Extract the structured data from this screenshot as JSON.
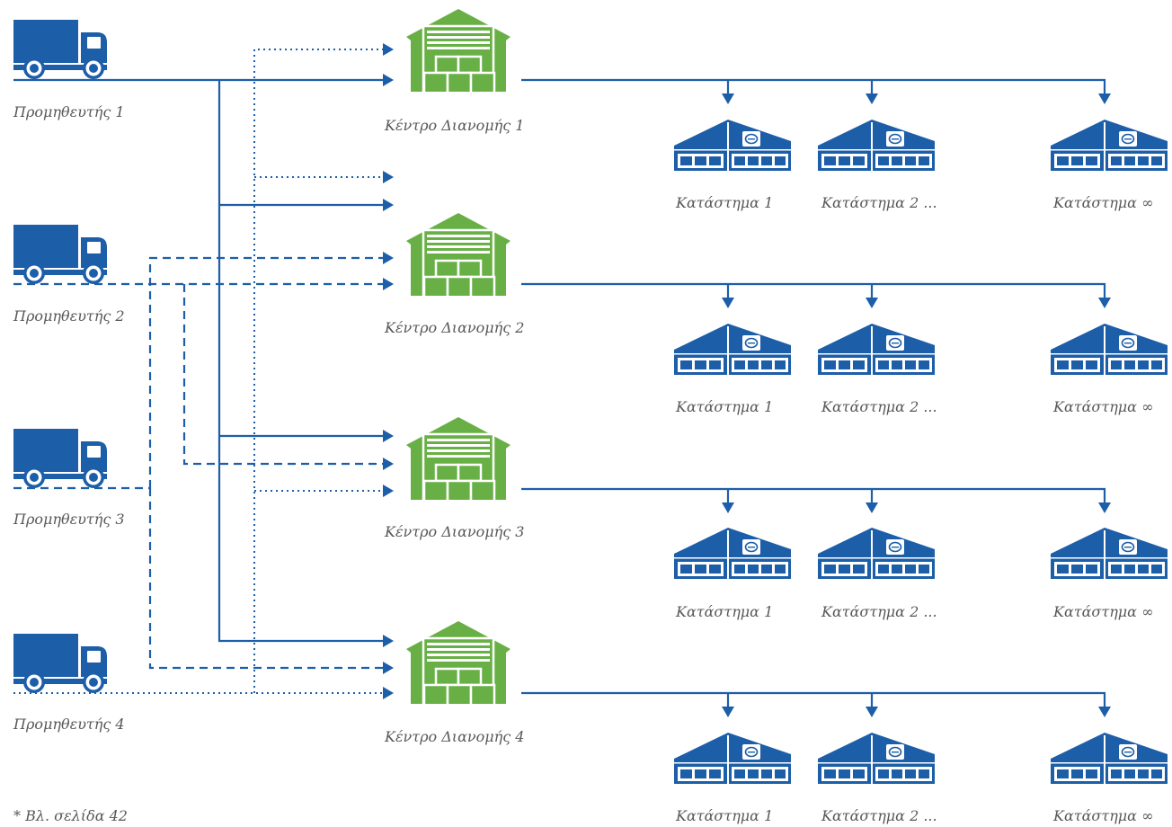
{
  "colors": {
    "blue": "#1d5ea8",
    "green": "#68b045",
    "label_text": "#585858",
    "background": "#ffffff"
  },
  "suppliers": [
    {
      "label": "Προμηθευτής 1",
      "icon": "truck-icon"
    },
    {
      "label": "Προμηθευτής 2",
      "icon": "truck-icon"
    },
    {
      "label": "Προμηθευτής 3",
      "icon": "truck-icon"
    },
    {
      "label": "Προμηθευτής 4",
      "icon": "truck-icon"
    }
  ],
  "distribution_centers": [
    {
      "label": "Κέντρο Διανομής 1",
      "icon": "warehouse-icon",
      "stores": [
        {
          "label": "Κατάστημα 1",
          "icon": "store-icon"
        },
        {
          "label": "Κατάστημα 2 ...",
          "icon": "store-icon"
        },
        {
          "label": "Κατάστημα ∞",
          "icon": "store-icon"
        }
      ]
    },
    {
      "label": "Κέντρο Διανομής 2",
      "icon": "warehouse-icon",
      "stores": [
        {
          "label": "Κατάστημα 1",
          "icon": "store-icon"
        },
        {
          "label": "Κατάστημα 2 ...",
          "icon": "store-icon"
        },
        {
          "label": "Κατάστημα ∞",
          "icon": "store-icon"
        }
      ]
    },
    {
      "label": "Κέντρο Διανομής 3",
      "icon": "warehouse-icon",
      "stores": [
        {
          "label": "Κατάστημα 1",
          "icon": "store-icon"
        },
        {
          "label": "Κατάστημα 2 ...",
          "icon": "store-icon"
        },
        {
          "label": "Κατάστημα ∞",
          "icon": "store-icon"
        }
      ]
    },
    {
      "label": "Κέντρο Διανομής 4",
      "icon": "warehouse-icon",
      "stores": [
        {
          "label": "Κατάστημα 1",
          "icon": "store-icon"
        },
        {
          "label": "Κατάστημα 2 ...",
          "icon": "store-icon"
        },
        {
          "label": "Κατάστημα ∞",
          "icon": "store-icon"
        }
      ]
    }
  ],
  "footnote": "* Βλ. σελίδα 42"
}
